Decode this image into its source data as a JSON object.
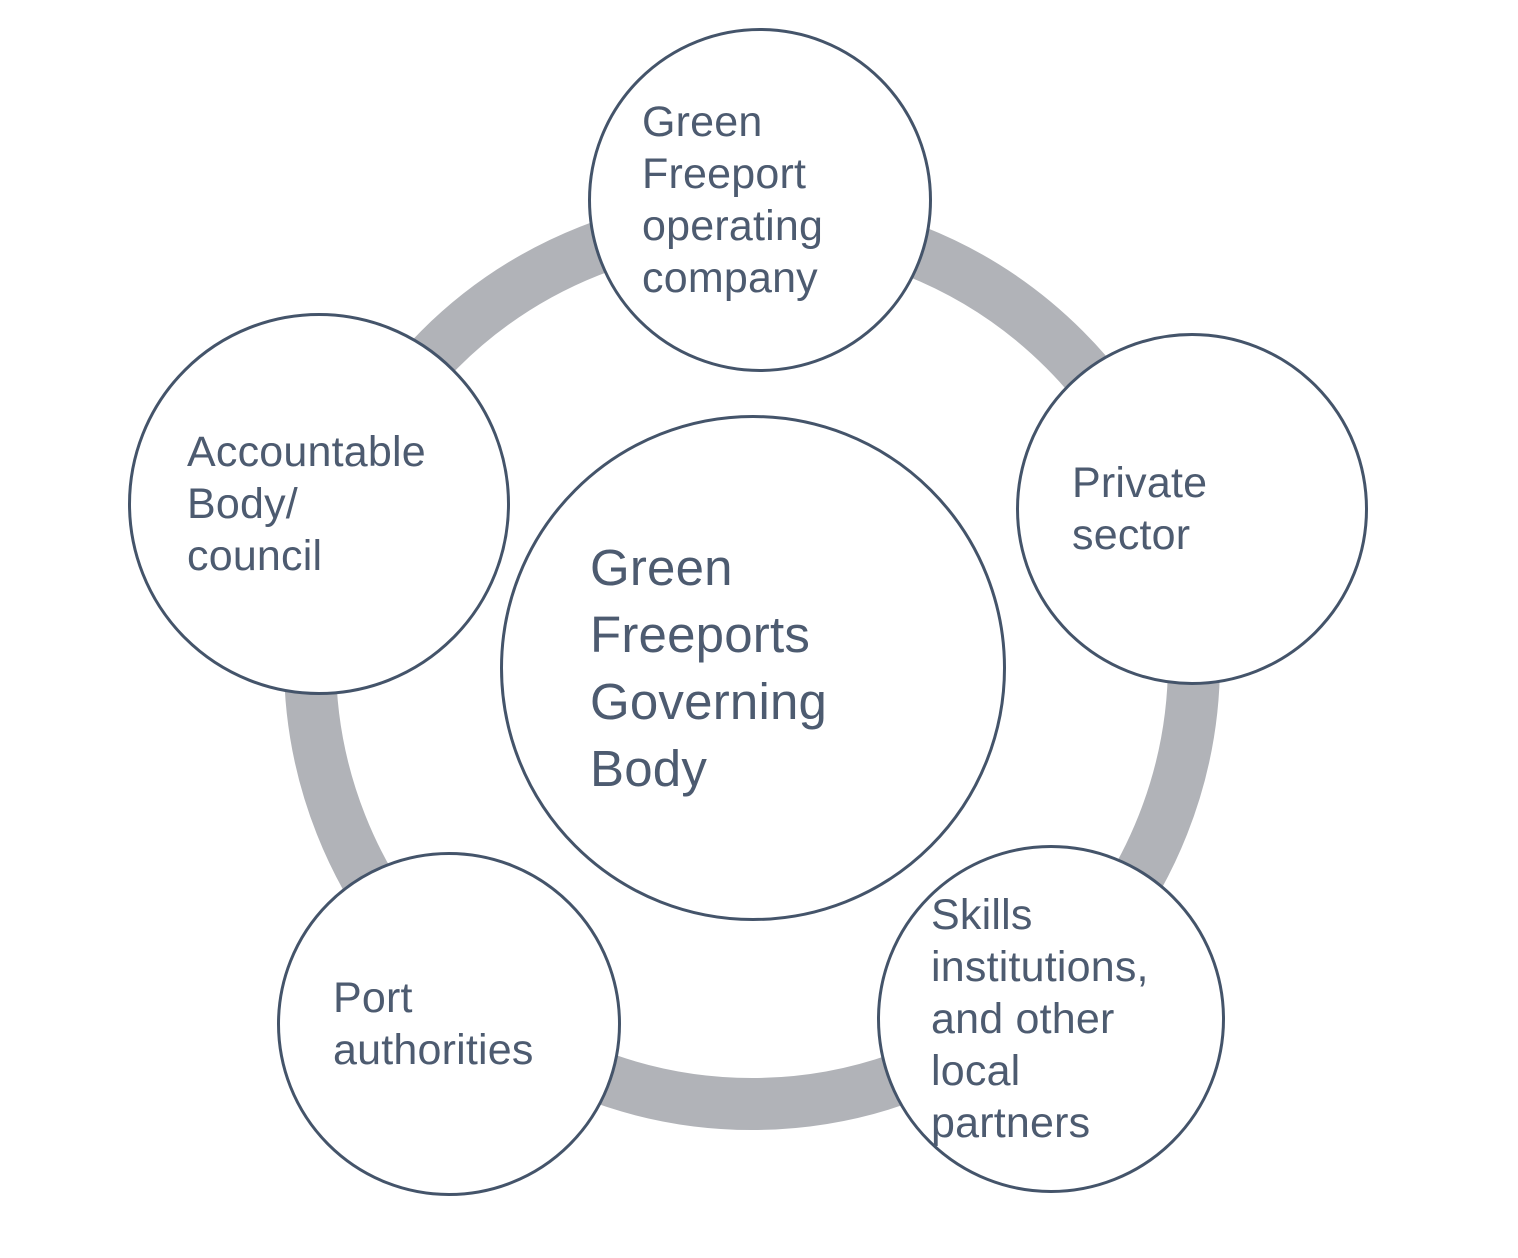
{
  "diagram": {
    "center": {
      "label": "Green\nFreeports\nGoverning\nBody"
    },
    "satellites": [
      {
        "id": "operating-company",
        "label": "Green\nFreeport\noperating\ncompany"
      },
      {
        "id": "private-sector",
        "label": "Private\nsector"
      },
      {
        "id": "skills-partners",
        "label": "Skills\ninstitutions,\nand other\nlocal\npartners"
      },
      {
        "id": "port-authorities",
        "label": "Port\nauthorities"
      },
      {
        "id": "accountable-body",
        "label": "Accountable\nBody/\ncouncil"
      }
    ],
    "colors": {
      "outline": "#44546a",
      "text": "#4d5b70",
      "ring": "#b1b3b8",
      "background": "#ffffff"
    }
  }
}
